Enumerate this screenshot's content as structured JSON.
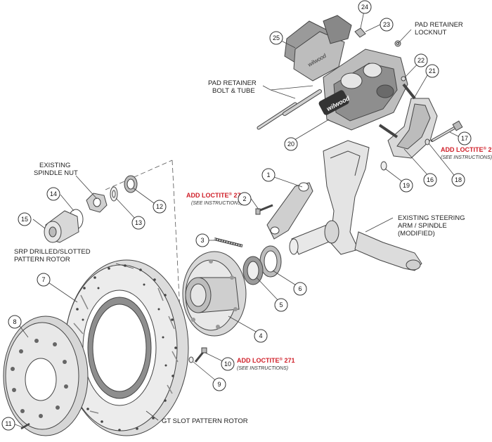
{
  "callouts": [
    "1",
    "2",
    "3",
    "4",
    "5",
    "6",
    "7",
    "8",
    "9",
    "10",
    "11",
    "12",
    "13",
    "14",
    "15",
    "16",
    "17",
    "18",
    "19",
    "20",
    "21",
    "22",
    "23",
    "24",
    "25"
  ],
  "labels": {
    "pad_retainer_locknut_1": "PAD RETAINER",
    "pad_retainer_locknut_2": "LOCKNUT",
    "pad_retainer_bolt_1": "PAD RETAINER",
    "pad_retainer_bolt_2": "BOLT & TUBE",
    "existing_spindle_nut_1": "EXISTING",
    "existing_spindle_nut_2": "SPINDLE NUT",
    "srp_rotor_1": "SRP DRILLED/SLOTTED",
    "srp_rotor_2": "PATTERN ROTOR",
    "steering_arm_1": "EXISTING STEERING",
    "steering_arm_2": "ARM / SPINDLE",
    "steering_arm_3": "(MODIFIED)",
    "gt_rotor": "GT SLOT PATTERN ROTOR"
  },
  "loctite": {
    "main": "ADD LOCTITE",
    "reg": "®",
    "number": "271",
    "note": "(SEE INSTRUCTIONS)"
  },
  "logo_text": "wilwood",
  "colors": {
    "red": "#d0202a",
    "line": "#444444",
    "fill_light": "#e6e6e6",
    "fill_mid": "#bdbdbd",
    "fill_dark": "#555555"
  }
}
